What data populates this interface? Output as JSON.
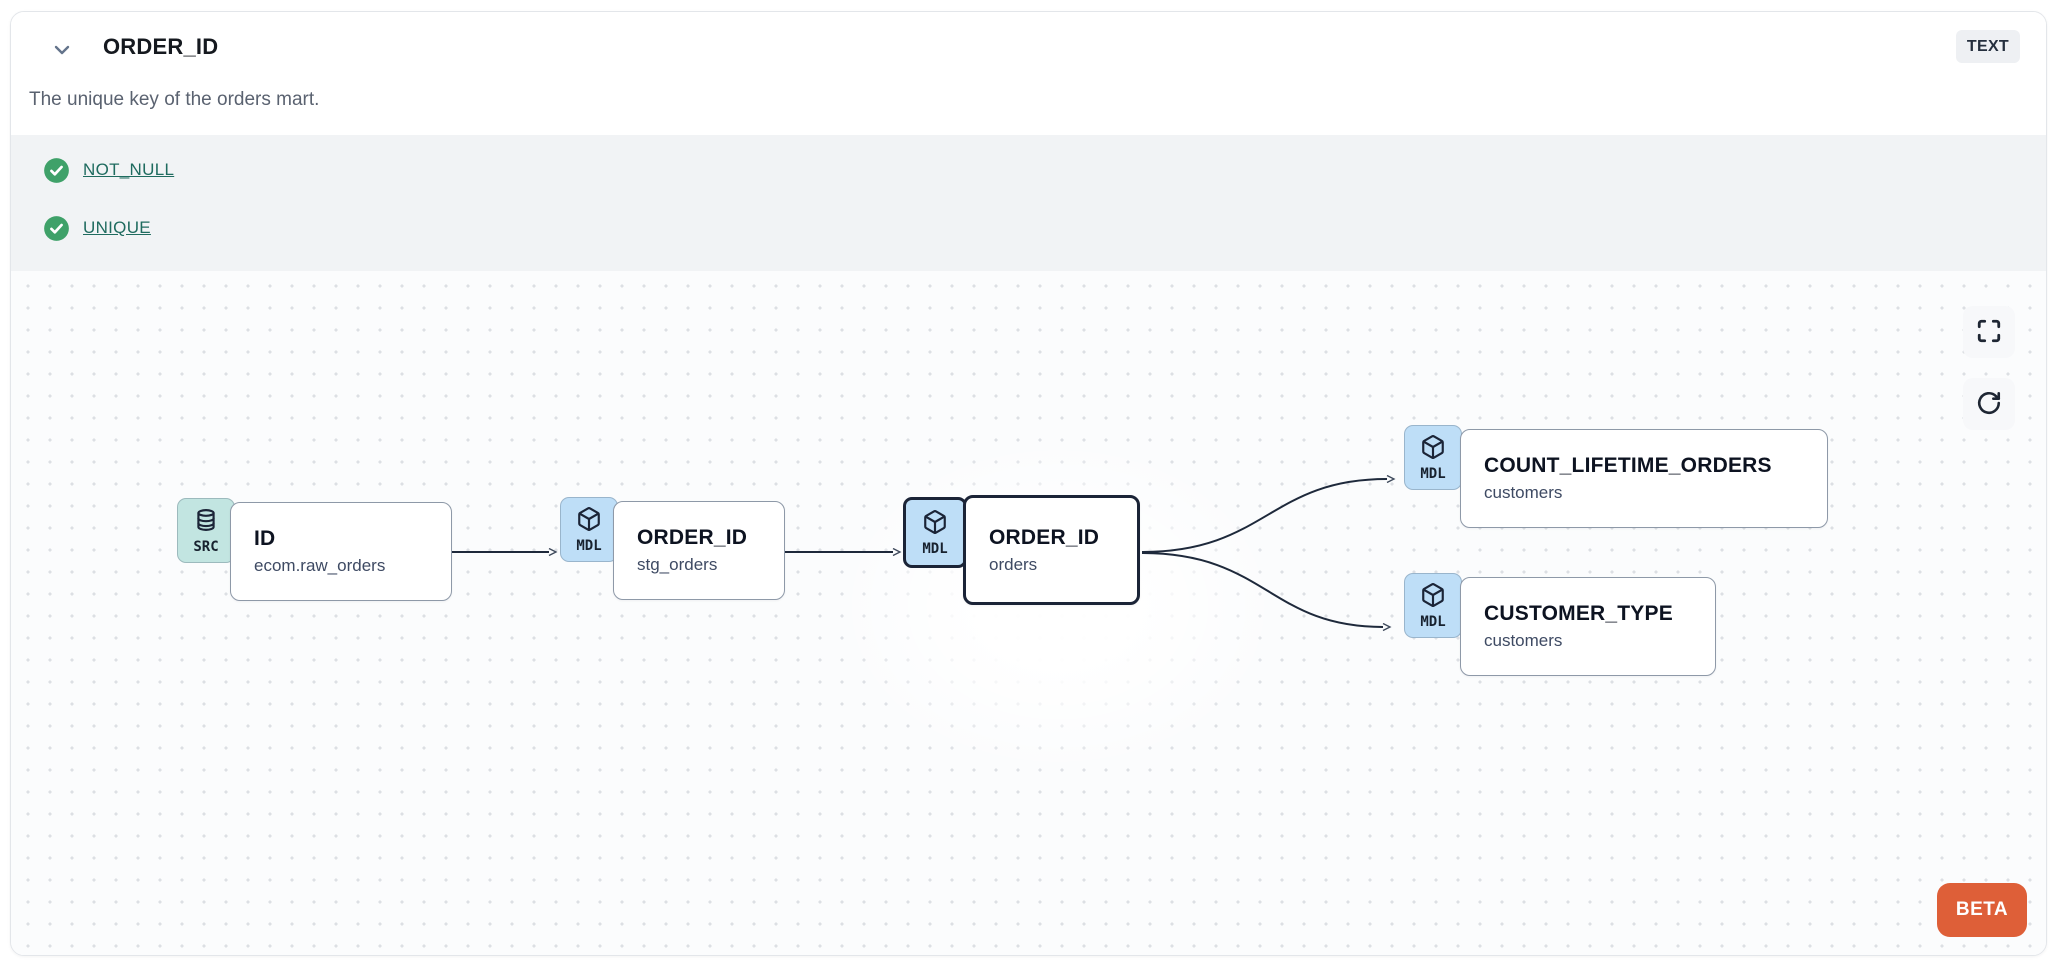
{
  "header": {
    "title": "ORDER_ID",
    "description": "The unique key of the orders mart.",
    "type_badge": "TEXT"
  },
  "tests": {
    "items": [
      {
        "label": "NOT_NULL",
        "status": "pass"
      },
      {
        "label": "UNIQUE",
        "status": "pass"
      }
    ]
  },
  "lineage": {
    "nodes": [
      {
        "id": "source",
        "badge": "SRC",
        "icon": "database",
        "title": "ID",
        "subtitle": "ecom.raw_orders",
        "selected": false
      },
      {
        "id": "staging",
        "badge": "MDL",
        "icon": "model-cube",
        "title": "ORDER_ID",
        "subtitle": "stg_orders",
        "selected": false
      },
      {
        "id": "mart",
        "badge": "MDL",
        "icon": "model-cube",
        "title": "ORDER_ID",
        "subtitle": "orders",
        "selected": true
      },
      {
        "id": "count",
        "badge": "MDL",
        "icon": "model-cube",
        "title": "COUNT_LIFETIME_ORDERS",
        "subtitle": "customers",
        "selected": false
      },
      {
        "id": "custtype",
        "badge": "MDL",
        "icon": "model-cube",
        "title": "CUSTOMER_TYPE",
        "subtitle": "customers",
        "selected": false
      }
    ],
    "edges": [
      {
        "from": "source",
        "to": "staging"
      },
      {
        "from": "staging",
        "to": "mart"
      },
      {
        "from": "mart",
        "to": "count"
      },
      {
        "from": "mart",
        "to": "custtype"
      }
    ],
    "beta_label": "BETA"
  },
  "colors": {
    "beta_orange": "#DE5F38",
    "test_pass_green": "#3FA169",
    "link_teal": "#1F6B5F",
    "src_badge_teal": "#C2E5E1",
    "mdl_badge_blue": "#BEDEF7",
    "selected_border": "#1B2437",
    "edge_dark": "#1E293B",
    "tests_section_bg": "#F1F3F5"
  }
}
